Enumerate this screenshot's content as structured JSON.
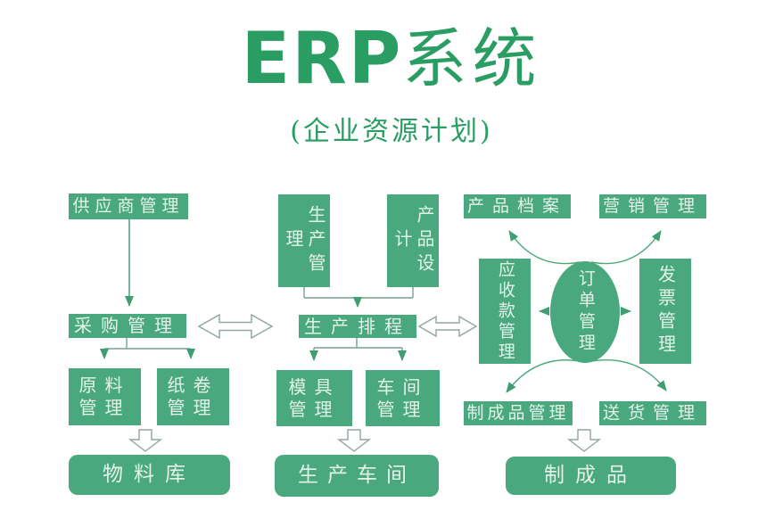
{
  "header": {
    "title_latin": "ERP",
    "title_cjk": "系统",
    "subtitle": "(企业资源计划)"
  },
  "nodes": {
    "supplier": {
      "label": "供应商管理"
    },
    "purchasing": {
      "label": "采购管理"
    },
    "raw_material": {
      "lines": [
        "原料",
        "管理"
      ]
    },
    "paper_roll": {
      "lines": [
        "纸卷",
        "管理"
      ]
    },
    "material_warehouse": {
      "label": "物料库"
    },
    "production_mgmt": {
      "label": "生产管理"
    },
    "product_design": {
      "label": "产品设计"
    },
    "scheduling": {
      "label": "生产排程"
    },
    "mold": {
      "lines": [
        "模具",
        "管理"
      ]
    },
    "workshop": {
      "lines": [
        "车间",
        "管理"
      ]
    },
    "production_workshop": {
      "label": "生产车间"
    },
    "product_archive": {
      "label": "产品档案"
    },
    "marketing": {
      "label": "营销管理"
    },
    "receivables": {
      "label": "应收款管理"
    },
    "order": {
      "label": "订单管理"
    },
    "invoice": {
      "label": "发票管理"
    },
    "finished_goods_mgmt": {
      "label": "制成品管理"
    },
    "delivery": {
      "label": "送货管理"
    },
    "finished_goods": {
      "label": "制成品"
    }
  },
  "colors": {
    "box_green": "#4aa87e",
    "title_green": "#2a9d63",
    "line_green": "#55a182",
    "hollow_arrow_outline": "#93a69b",
    "box_text": "#e4f3ea",
    "background": "#ffffff"
  }
}
